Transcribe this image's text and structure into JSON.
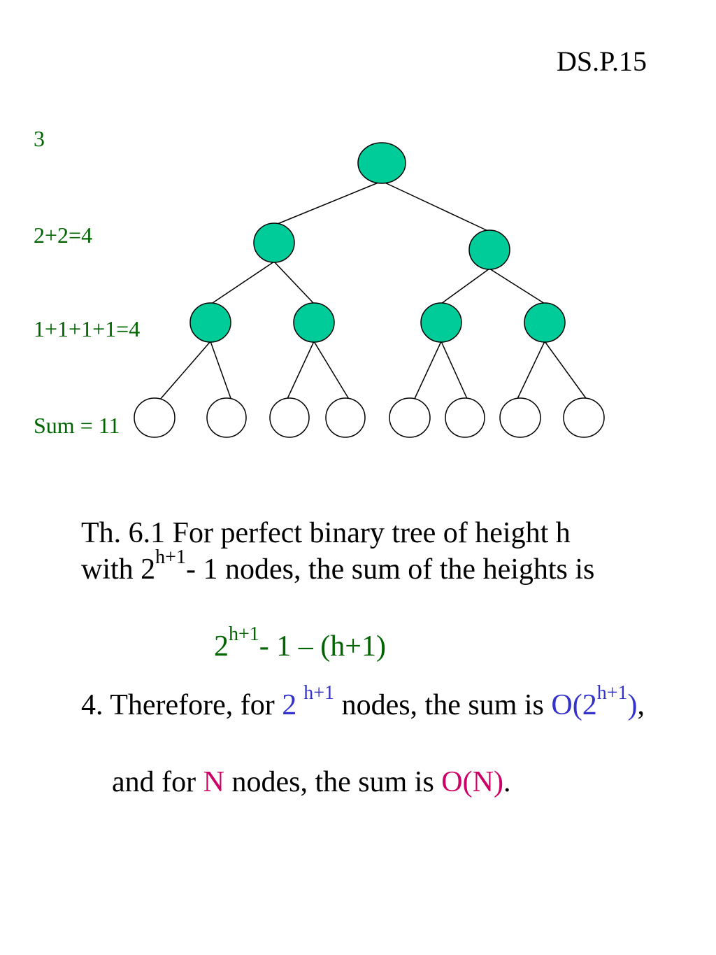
{
  "slide_id": "DS.P.15",
  "levels": {
    "l1": "3",
    "l2": "2+2=4",
    "l3": "1+1+1+1=4",
    "sum": "Sum = 11"
  },
  "tree": {
    "filled_color": "#00cc99",
    "empty_color": "#ffffff",
    "filled_nodes": 7,
    "empty_nodes": 8
  },
  "theorem": {
    "line1": "Th. 6.1 For perfect binary tree of height h",
    "line2_prefix": "with 2",
    "line2_sup": "h+1",
    "line2_suffix": "- 1 nodes, the sum of the heights is"
  },
  "formula": {
    "base": "2",
    "sup": "h+1",
    "rest": "- 1 – (h+1)"
  },
  "conclusion": {
    "prefix": "4. Therefore, for ",
    "base": "2",
    "sup": "h+1",
    "middle": " nodes, the sum is ",
    "big_o_open": "O(2",
    "big_o_sup": "h+1",
    "big_o_close": ")",
    "comma": ","
  },
  "conclusion2": {
    "prefix": "and for ",
    "n": "N",
    "middle": " nodes, the sum is ",
    "o_n": "O(N)",
    "period": "."
  },
  "colors": {
    "green_text": "#006400",
    "blue_text": "#3333cc",
    "magenta_text": "#cc0066"
  }
}
